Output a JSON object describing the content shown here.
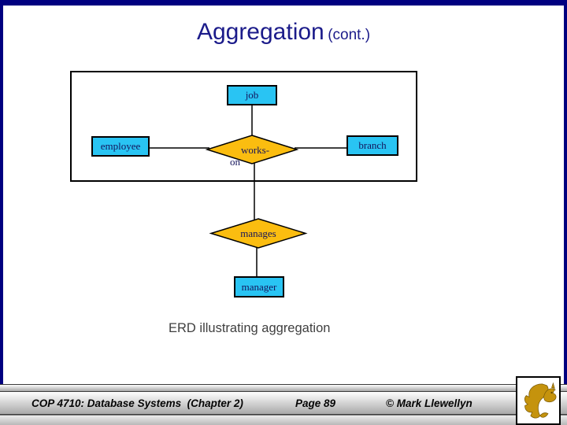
{
  "title": {
    "main": "Aggregation",
    "suffix": "(cont.)"
  },
  "diagram": {
    "entity_labels": {
      "job": "job",
      "employee": "employee",
      "branch": "branch",
      "manager": "manager"
    },
    "relationship_labels": {
      "works_on_line1": "works-",
      "works_on_line2": "on",
      "manages": "manages"
    },
    "caption": "ERD illustrating aggregation"
  },
  "footer": {
    "course": "COP 4710: Database Systems  (Chapter 2)",
    "page": "Page 89",
    "copyright": "© Mark Llewellyn"
  },
  "logo": {
    "icon": "ucf-pegasus-gold-emblem"
  },
  "colors": {
    "frame_navy": "#000080",
    "title_navy": "#1B1B8A",
    "entity_fill": "#29C4F3",
    "relationship_fill": "#FBBD10",
    "logo_gold": "#C5930D",
    "footer_text": "#050505"
  }
}
